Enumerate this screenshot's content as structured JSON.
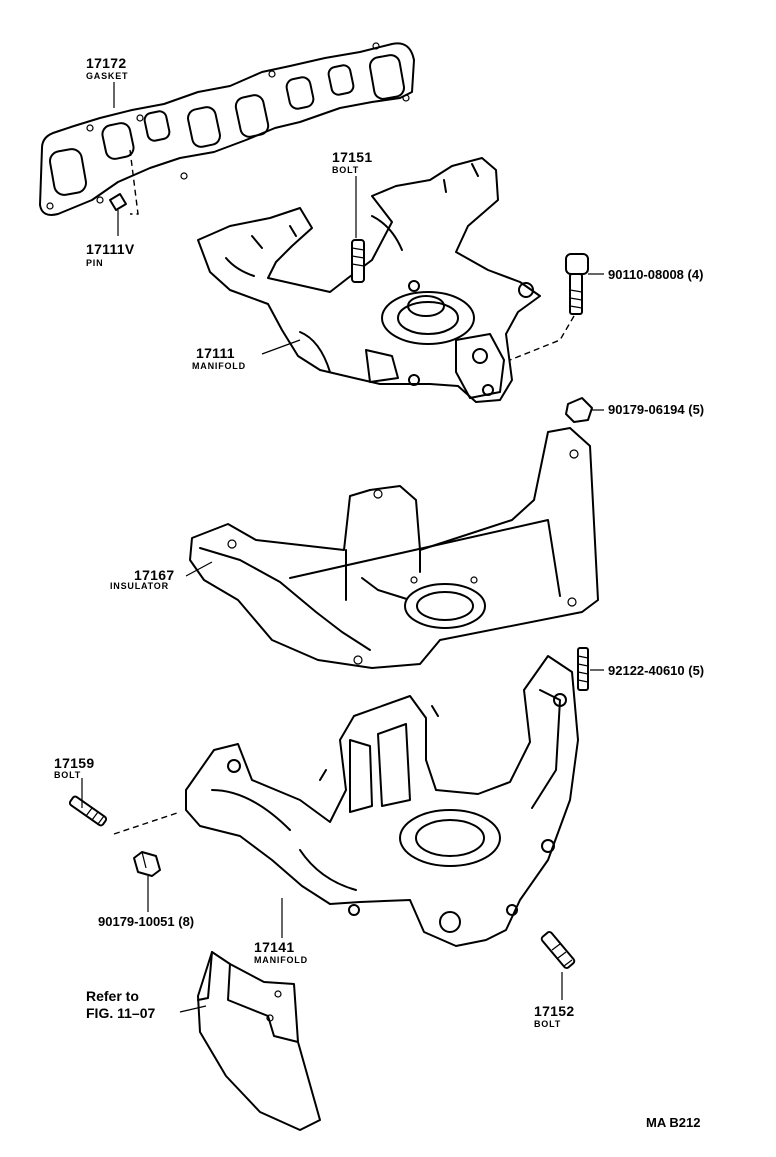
{
  "parts": {
    "gasket": {
      "number": "17172",
      "name": "GASKET"
    },
    "pin": {
      "number": "17111V",
      "name": "PIN"
    },
    "bolt_upper": {
      "number": "17151",
      "name": "BOLT"
    },
    "manifold_up": {
      "number": "17111",
      "name": "MANIFOLD"
    },
    "bolt_90110": {
      "number": "90110-08008 (4)"
    },
    "nut_90179": {
      "number": "90179-06194 (5)"
    },
    "insulator": {
      "number": "17167",
      "name": "INSULATOR"
    },
    "stud_92122": {
      "number": "92122-40610 (5)"
    },
    "bolt_17159": {
      "number": "17159",
      "name": "BOLT"
    },
    "nut_10051": {
      "number": "90179-10051 (8)"
    },
    "manifold_lo": {
      "number": "17141",
      "name": "MANIFOLD"
    },
    "bolt_17152": {
      "number": "17152",
      "name": "BOLT"
    }
  },
  "reference": {
    "line1": "Refer to",
    "line2": "FIG. 11–07"
  },
  "figure_code": "MA B212"
}
